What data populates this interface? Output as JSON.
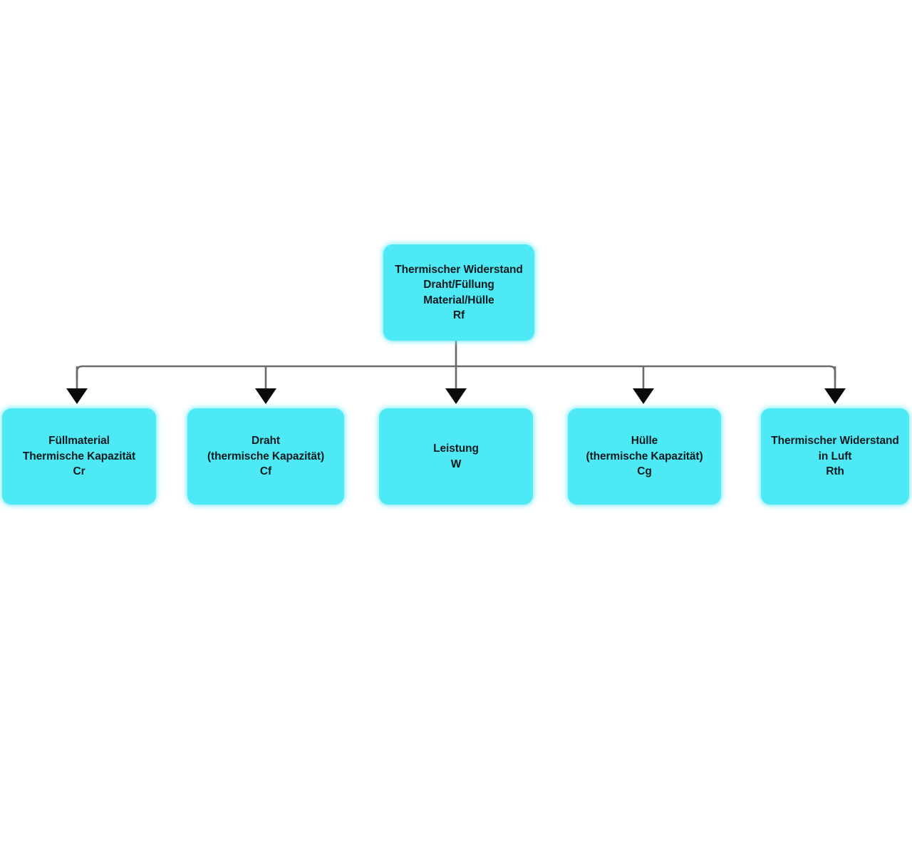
{
  "diagram": {
    "type": "tree",
    "orientation": "top-down",
    "colors": {
      "node_fill": "#4de9f5",
      "node_glow": "#78f0fc",
      "connector_line": "#6b6b6b",
      "arrow_head": "#0a0a0a",
      "text": "#0d1a1f",
      "background": "#ffffff"
    },
    "root": {
      "id": "rf",
      "label": "Thermischer Widerstand\nDraht/Füllung\nMaterial/Hülle\nRf",
      "lines": [
        "Thermischer Widerstand",
        "Draht/Füllung",
        "Material/Hülle",
        "Rf"
      ],
      "symbol": "Rf"
    },
    "children": [
      {
        "id": "cr",
        "label": "Füllmaterial\nThermische Kapazität\nCr",
        "lines": [
          "Füllmaterial",
          "Thermische Kapazität",
          "Cr"
        ],
        "symbol": "Cr"
      },
      {
        "id": "cf",
        "label": "Draht\n(thermische Kapazität)\nCf",
        "lines": [
          "Draht",
          "(thermische Kapazität)",
          "Cf"
        ],
        "symbol": "Cf"
      },
      {
        "id": "w",
        "label": "Leistung\nW",
        "lines": [
          "Leistung",
          "W"
        ],
        "symbol": "W"
      },
      {
        "id": "cg",
        "label": "Hülle\n(thermische Kapazität)\nCg",
        "lines": [
          "Hülle",
          "(thermische Kapazität)",
          "Cg"
        ],
        "symbol": "Cg"
      },
      {
        "id": "rth",
        "label": "Thermischer Widerstand\nin Luft\nRth",
        "lines": [
          "Thermischer Widerstand",
          "in Luft",
          "Rth"
        ],
        "symbol": "Rth"
      }
    ]
  }
}
